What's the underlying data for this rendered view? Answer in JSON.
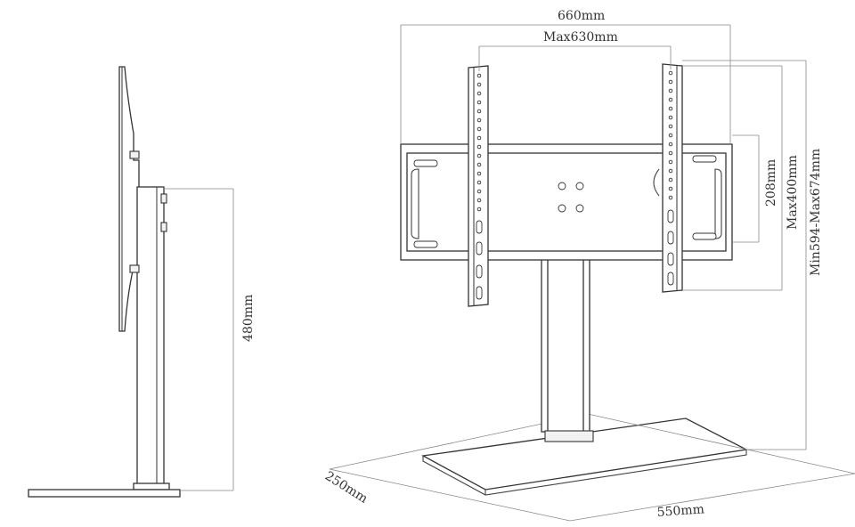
{
  "dimensions": {
    "overall_width": "660mm",
    "max_hole_spacing": "Max630mm",
    "bracket_height": "208mm",
    "max_vertical": "Max400mm",
    "height_range": "Min594-Max674mm",
    "pole_height": "480mm",
    "base_depth": "250mm",
    "base_width": "550mm"
  }
}
